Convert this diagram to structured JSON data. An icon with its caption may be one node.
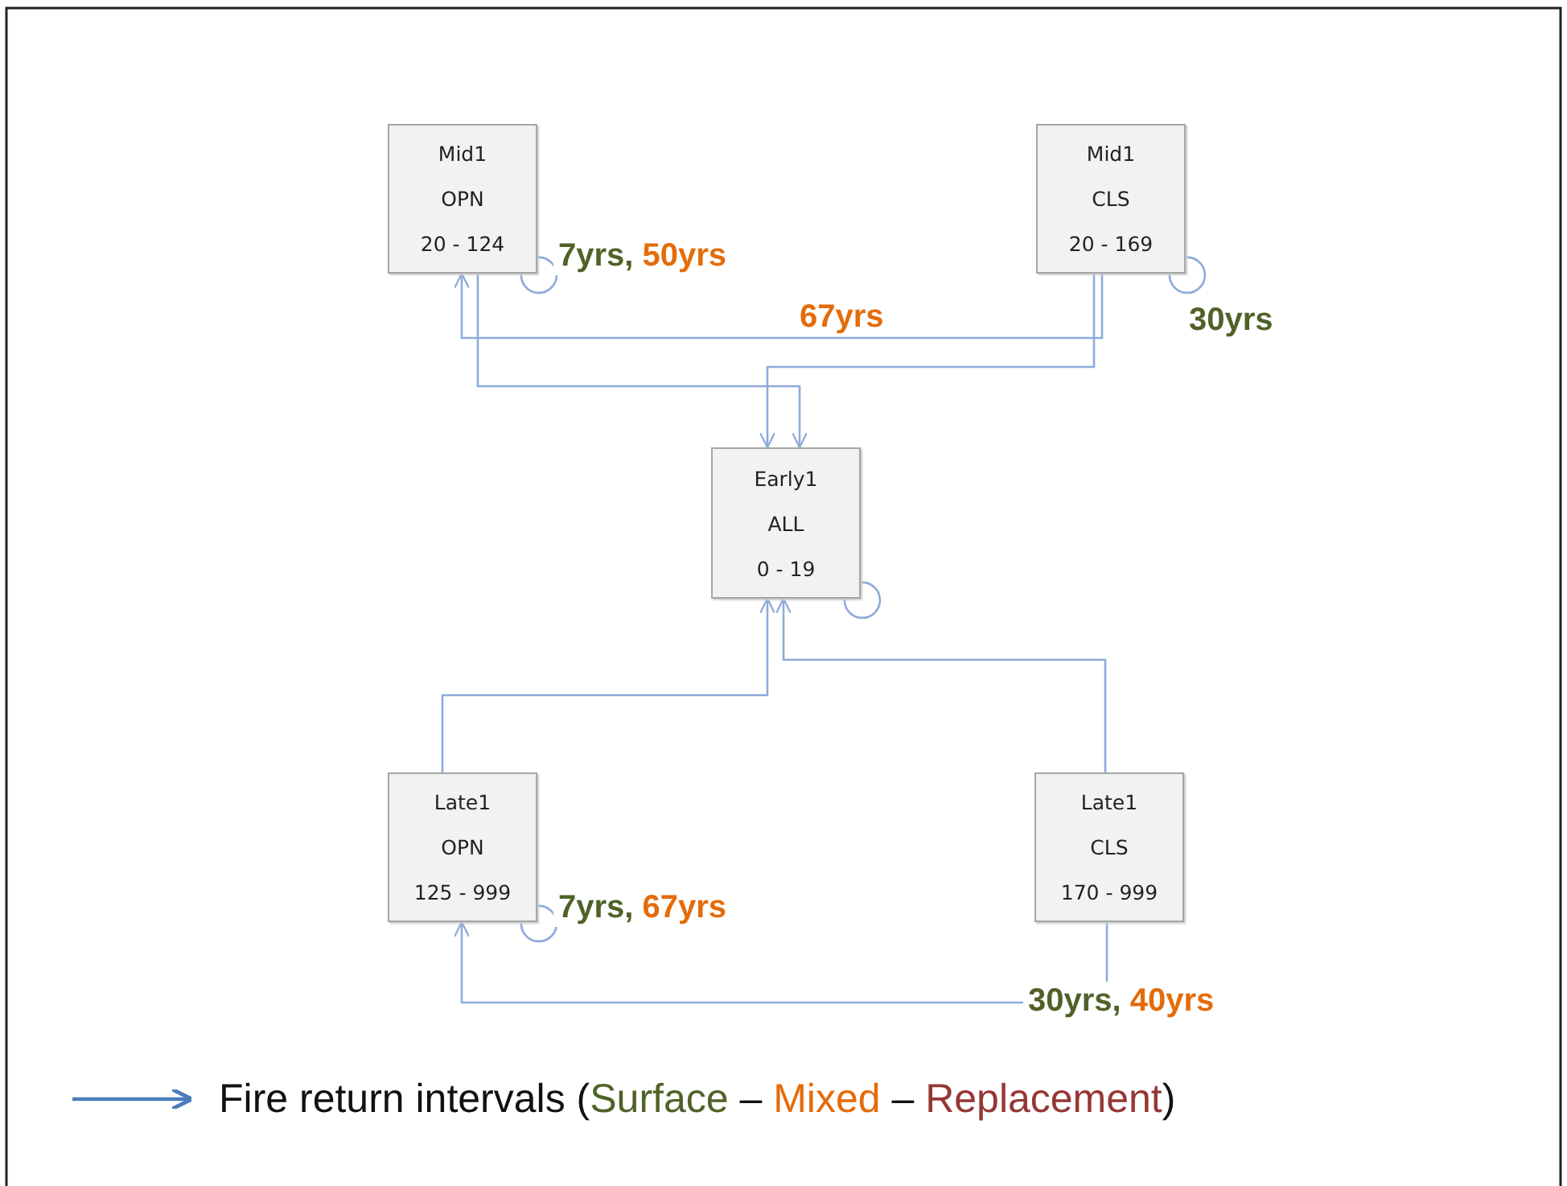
{
  "diagram": {
    "nodes": [
      {
        "text": [
          "Mid1",
          "OPN",
          "20 - 124"
        ]
      },
      {
        "text": [
          "Mid1",
          "CLS",
          "20 - 169"
        ]
      },
      {
        "text": [
          "Early1",
          "ALL",
          "0 - 19"
        ]
      },
      {
        "text": [
          "Late1",
          "OPN",
          "125 - 999"
        ]
      },
      {
        "text": [
          "Late1",
          "CLS",
          "170 - 999"
        ]
      }
    ],
    "edges": [
      {
        "from": 0,
        "to": 0,
        "arrow": "none",
        "label": "7yrs, 50yrs"
      },
      {
        "from": 0,
        "to": 2,
        "arrow": "to"
      },
      {
        "from": 1,
        "to": 0,
        "arrow": "to",
        "label": "67yrs"
      },
      {
        "from": 1,
        "to": 1,
        "arrow": "none",
        "label": "30yrs"
      },
      {
        "from": 1,
        "to": 2,
        "arrow": "to"
      },
      {
        "from": 2,
        "to": 2,
        "arrow": "none"
      },
      {
        "from": 3,
        "to": 2,
        "arrow": "to"
      },
      {
        "from": 4,
        "to": 2,
        "arrow": "to"
      },
      {
        "from": 3,
        "to": 3,
        "arrow": "none",
        "label": "7yrs, 67yrs"
      },
      {
        "from": 4,
        "to": 3,
        "arrow": "to",
        "label": "30yrs, 40yrs"
      }
    ],
    "legend": [
      {
        "text": "Fire return intervals (Surface – Mixed – Replacement)"
      }
    ]
  }
}
